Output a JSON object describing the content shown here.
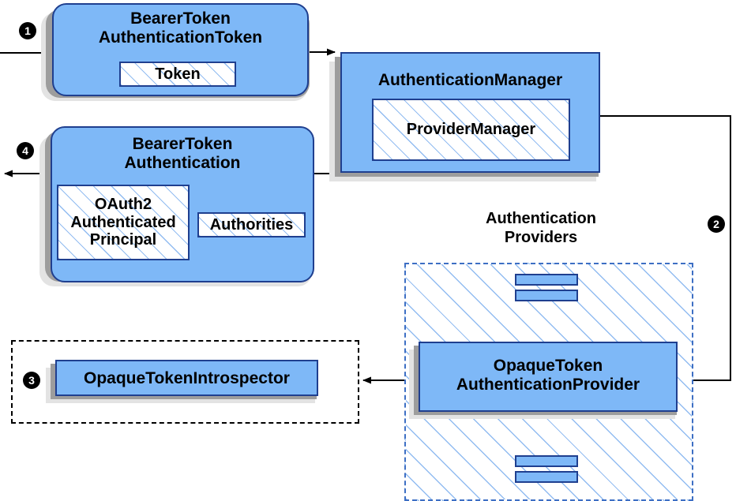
{
  "diagram": {
    "title": "Spring Security OAuth2 Resource Server Opaque Token Authentication Flow",
    "colors": {
      "node_fill": "#7eb8f7",
      "node_border": "#1f3f8f",
      "hatch_line": "#8cb9f0",
      "shadow_dark": "#9d9d9d",
      "shadow_light": "#e3e3e3",
      "dashed_black": "#000000",
      "dashed_blue": "#3d6fc4",
      "text": "#000000",
      "marker_fill": "#000000",
      "marker_text": "#ffffff"
    }
  },
  "nodes": {
    "bearer_token_authentication_token": {
      "title": "BearerToken\nAuthenticationToken",
      "attributes": [
        {
          "label": "Token"
        }
      ]
    },
    "authentication_manager": {
      "title": "AuthenticationManager",
      "attributes": [
        {
          "label": "ProviderManager"
        }
      ]
    },
    "bearer_token_authentication": {
      "title": "BearerToken\nAuthentication",
      "attributes": [
        {
          "label": "OAuth2\nAuthenticated\nPrincipal"
        },
        {
          "label": "Authorities"
        }
      ]
    },
    "opaque_token_authentication_provider": {
      "title": "OpaqueToken\nAuthenticationProvider"
    },
    "opaque_token_introspector": {
      "title": "OpaqueTokenIntrospector"
    }
  },
  "captions": {
    "authentication_providers": "Authentication\nProviders"
  },
  "steps": [
    {
      "id": "step-1",
      "label": "❶",
      "number": "1"
    },
    {
      "id": "step-2",
      "label": "❷",
      "number": "2"
    },
    {
      "id": "step-3",
      "label": "❸",
      "number": "3"
    },
    {
      "id": "step-4",
      "label": "❹",
      "number": "4"
    }
  ]
}
